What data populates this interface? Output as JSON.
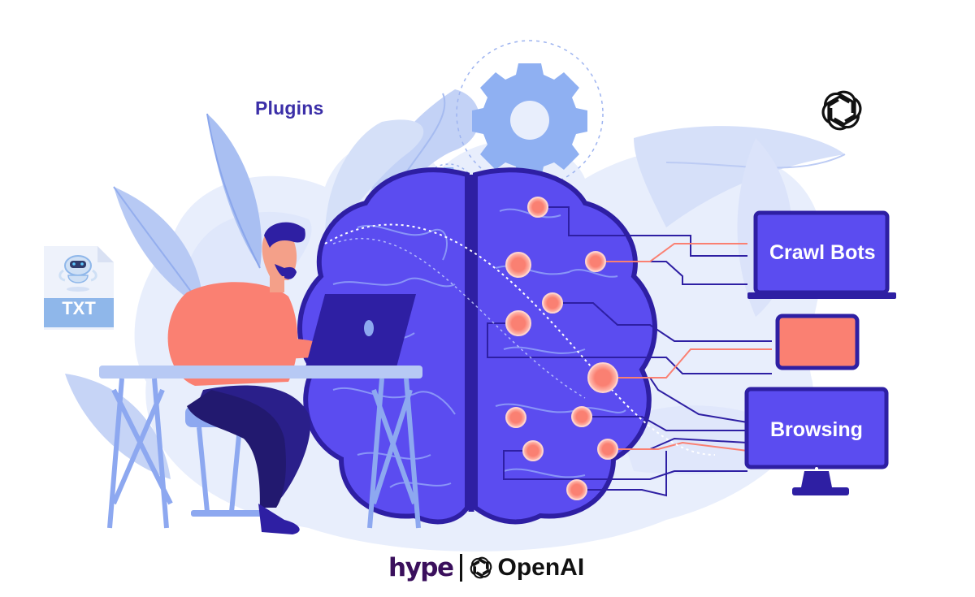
{
  "labels": {
    "plugins": "Plugins",
    "crawl_bots": "Crawl Bots",
    "browsing": "Browsing",
    "txt_file": "TXT"
  },
  "footer": {
    "brand_logo_text": "hype",
    "partner_name": "OpenAI"
  },
  "icons": {
    "top_right": "openai-logo-icon",
    "file": "txt-file-icon",
    "footer_partner": "openai-logo-icon"
  },
  "colors": {
    "brain": "#5b4cf0",
    "brain_outline": "#2e1fa3",
    "accent_coral": "#fa8072",
    "screen": "#5b4cf0",
    "soft_blue": "#b9c8f7",
    "gear_blue": "#8fb3f5",
    "text_dark_purple": "#3b2fa8"
  }
}
